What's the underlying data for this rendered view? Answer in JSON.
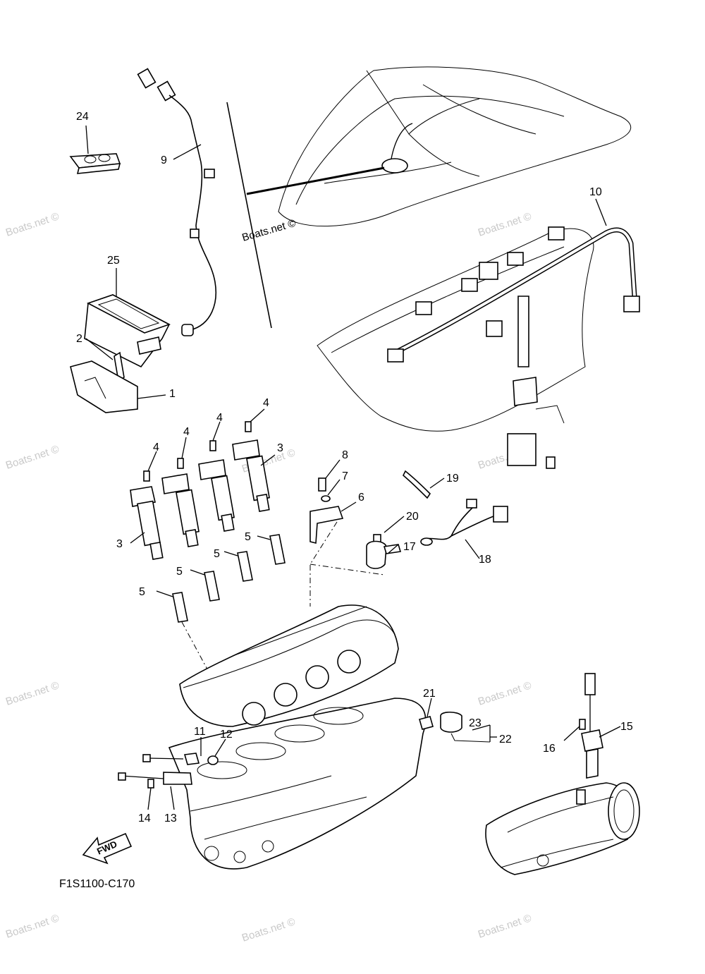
{
  "diagram": {
    "code": "F1S1100-C170",
    "fwd_label": "FWD",
    "watermarks": [
      "Boats.net ©",
      "Boats.net ©",
      "Boats.net ©",
      "Boats.net ©",
      "Boats.net ©",
      "Boats.net ©",
      "Boats.net ©",
      "Boats.net ©",
      "Boats.net ©",
      "Boats.net ©"
    ],
    "inline_watermark": "Boats.net ©",
    "callouts": [
      "24",
      "9",
      "25",
      "2",
      "1",
      "10",
      "4",
      "4",
      "4",
      "4",
      "3",
      "3",
      "8",
      "7",
      "6",
      "19",
      "20",
      "18",
      "17",
      "5",
      "5",
      "5",
      "5",
      "21",
      "23",
      "22",
      "15",
      "16",
      "11",
      "12",
      "14",
      "13"
    ]
  }
}
